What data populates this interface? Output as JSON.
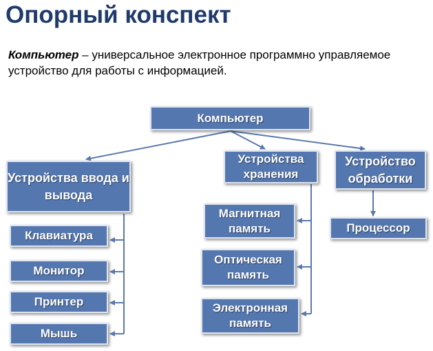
{
  "title": "Опорный конспект",
  "definition": {
    "term": "Компьютер",
    "text": " – универсальное электронное программно управляемое устройство для работы с информацией."
  },
  "diagram": {
    "root": "Компьютер",
    "io": {
      "label": "Устройства ввода и вывода",
      "items": [
        "Клавиатура",
        "Монитор",
        "Принтер",
        "Мышь"
      ]
    },
    "storage": {
      "label": "Устройства хранения",
      "items": [
        "Магнитная память",
        "Оптическая память",
        "Электронная память"
      ]
    },
    "processing": {
      "label": "Устройство обработки",
      "items": [
        "Процессор"
      ]
    }
  },
  "colors": {
    "box_fill": "#5477b0",
    "connector": "#5a79ac",
    "title": "#1f3a6b"
  }
}
